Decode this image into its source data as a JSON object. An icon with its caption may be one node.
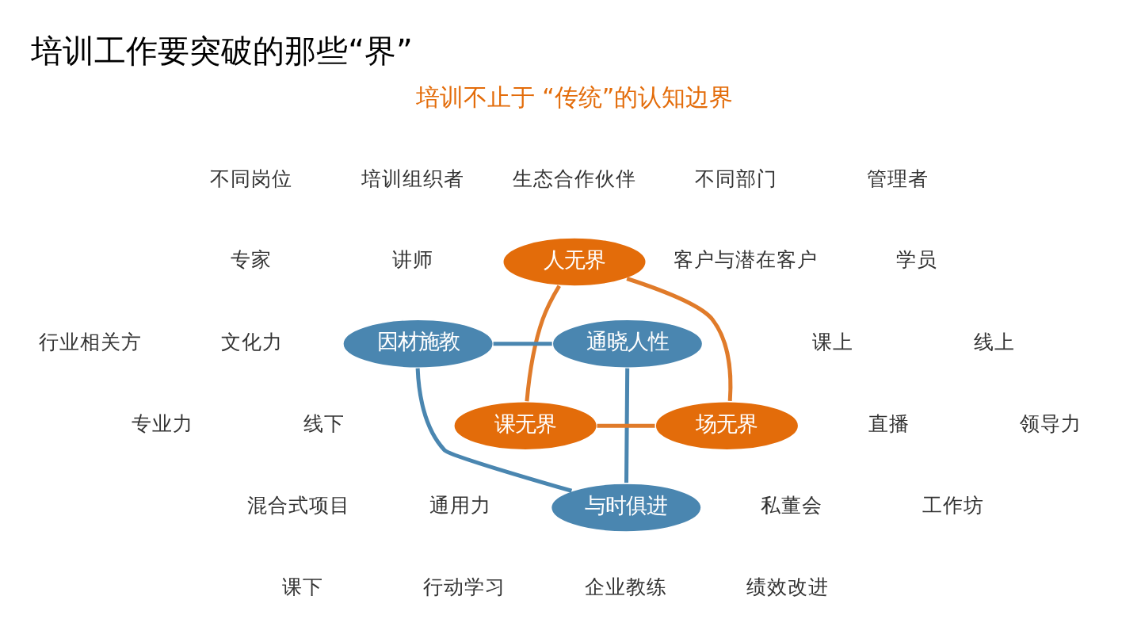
{
  "diagram": {
    "title": "培训工作要突破的那些“界”",
    "nodes": [
      {
        "text": [
          "人无界"
        ]
      },
      {
        "text": [
          "因材施教"
        ]
      },
      {
        "text": [
          "通晓人性"
        ]
      },
      {
        "text": [
          "课无界"
        ]
      },
      {
        "text": [
          "场无界"
        ]
      },
      {
        "text": [
          "与时俱进"
        ]
      }
    ],
    "edges": [
      {
        "from": 0,
        "to": 3,
        "arrow": "none",
        "color": "#e07b2a"
      },
      {
        "from": 0,
        "to": 4,
        "arrow": "none",
        "color": "#e07b2a"
      },
      {
        "from": 3,
        "to": 4,
        "arrow": "none",
        "color": "#e07b2a"
      },
      {
        "from": 1,
        "to": 2,
        "arrow": "none",
        "color": "#4a86b0"
      },
      {
        "from": 1,
        "to": 5,
        "arrow": "none",
        "color": "#4a86b0"
      },
      {
        "from": 2,
        "to": 5,
        "arrow": "none",
        "color": "#4a86b0"
      }
    ],
    "labels": [
      "培训不止于 “传统”的认知边界",
      "不同岗位",
      "培训组织者",
      "生态合作伙伴",
      "不同部门",
      "管理者",
      "专家",
      "讲师",
      "客户与潜在客户",
      "学员",
      "行业相关方",
      "文化力",
      "课上",
      "线上",
      "专业力",
      "线下",
      "直播",
      "领导力",
      "混合式项目",
      "通用力",
      "私董会",
      "工作坊",
      "课下",
      "行动学习",
      "企业教练",
      "绩效改进"
    ]
  }
}
